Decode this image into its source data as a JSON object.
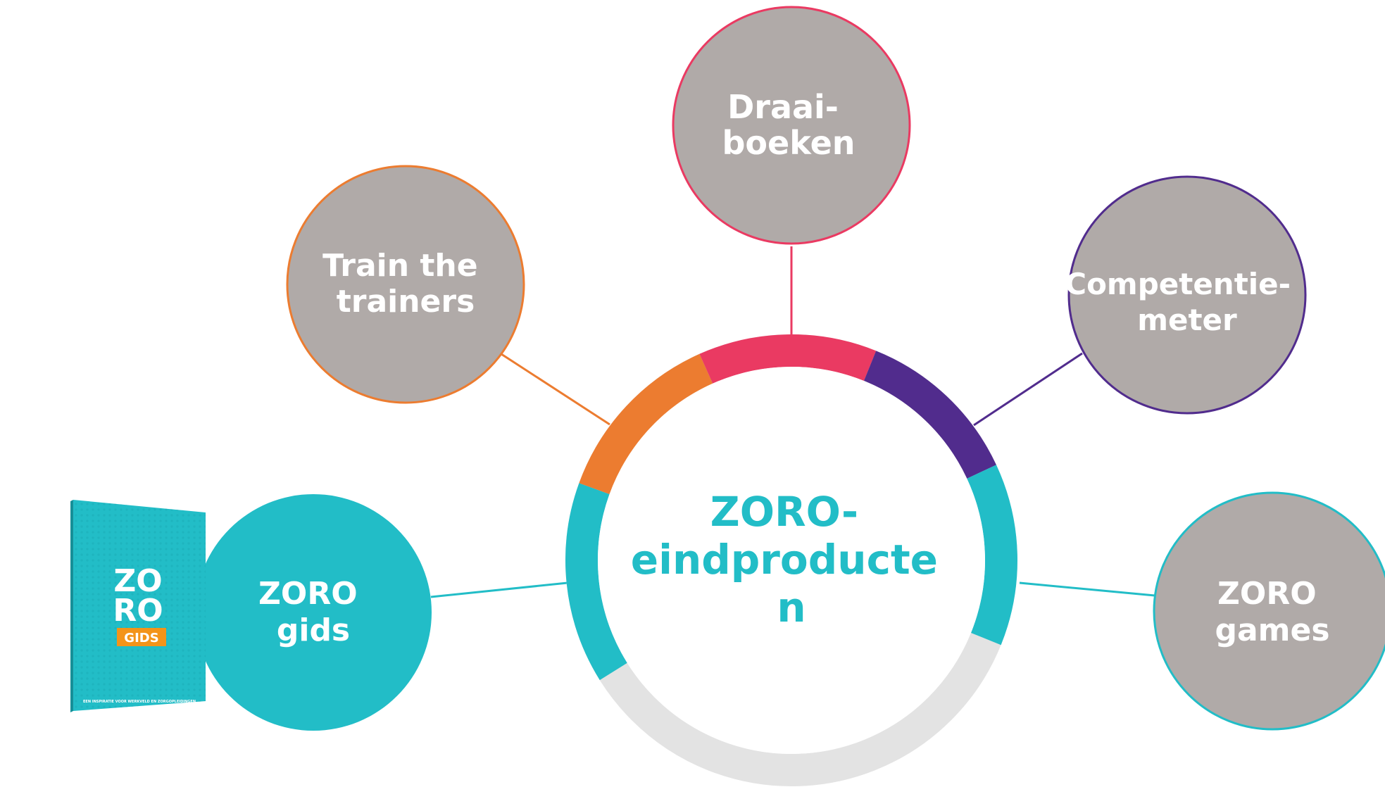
{
  "colors": {
    "teal": "#22bdc7",
    "grey_node": "#b0aaa8",
    "orange": "#ec7c30",
    "pink": "#ea3a62",
    "purple": "#512c8d",
    "light_grey_ring": "#e3e3e3",
    "book_badge": "#f39419"
  },
  "center": {
    "title_line1": "ZORO-",
    "title_line2": "eindproducte",
    "title_line3": "n"
  },
  "nodes": {
    "draaiboeken": {
      "line1": "Draai-",
      "line2": "boeken"
    },
    "train_the_trainers": {
      "line1": "Train the",
      "line2": "trainers"
    },
    "competentiemeter": {
      "line1": "Competentie-",
      "line2": "meter"
    },
    "zoro_gids": {
      "line1": "ZORO",
      "line2": "gids"
    },
    "zoro_games": {
      "line1": "ZORO",
      "line2": "games"
    }
  },
  "book": {
    "logo_line1": "ZO",
    "logo_line2": "RO",
    "badge": "GIDS",
    "tagline": "EEN INSPIRATIE VOOR WERKVELD EN ZORGOPLEIDINGEN",
    "icon": "book-cover-icon"
  }
}
